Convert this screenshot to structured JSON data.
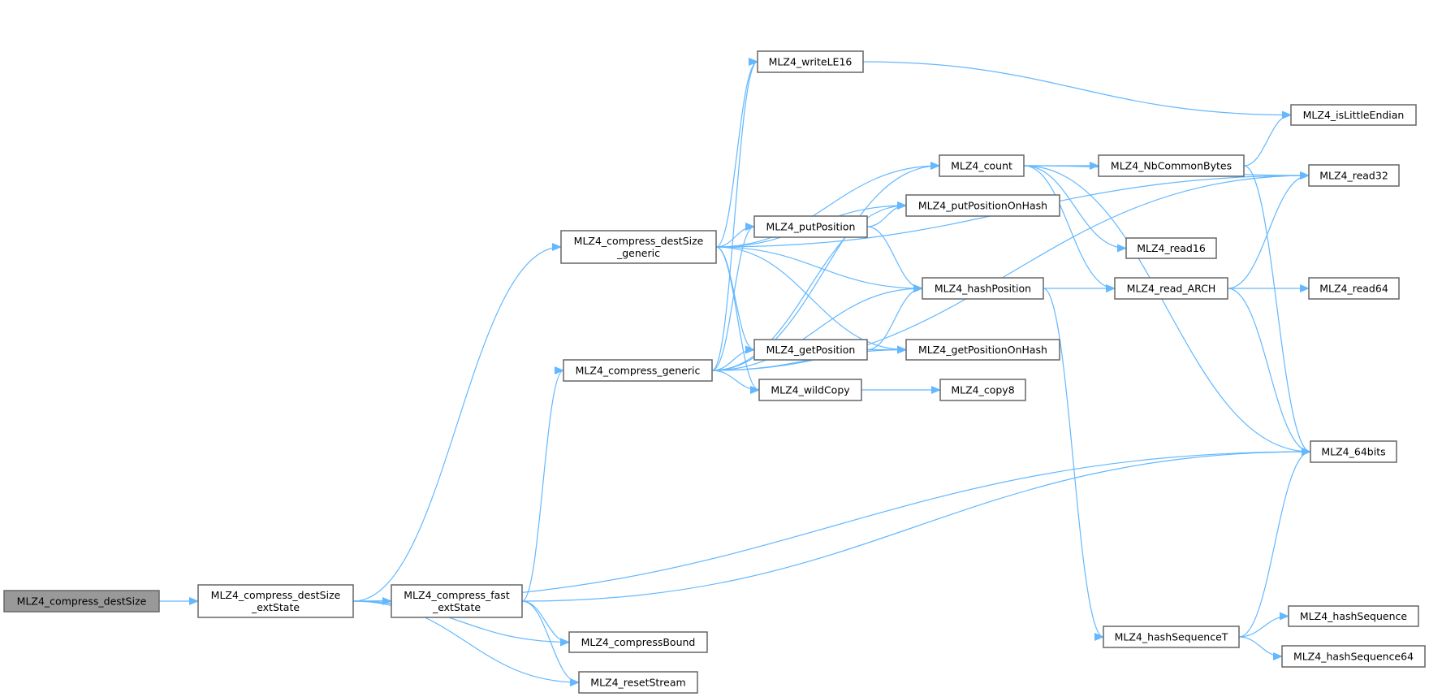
{
  "graph": {
    "type": "call-graph",
    "edge_color": "#63b8ff",
    "root_fill": "#999999",
    "node_border": "#666666",
    "nodes": [
      {
        "id": "compress_destSize",
        "lines": [
          "MLZ4_compress_destSize"
        ],
        "root": true
      },
      {
        "id": "destSize_extState",
        "lines": [
          "MLZ4_compress_destSize",
          "_extState"
        ]
      },
      {
        "id": "fast_extState",
        "lines": [
          "MLZ4_compress_fast",
          "_extState"
        ]
      },
      {
        "id": "destSize_generic",
        "lines": [
          "MLZ4_compress_destSize",
          "_generic"
        ]
      },
      {
        "id": "compress_generic",
        "lines": [
          "MLZ4_compress_generic"
        ]
      },
      {
        "id": "writeLE16",
        "lines": [
          "MLZ4_writeLE16"
        ]
      },
      {
        "id": "count",
        "lines": [
          "MLZ4_count"
        ]
      },
      {
        "id": "putPositionOnHash",
        "lines": [
          "MLZ4_putPositionOnHash"
        ]
      },
      {
        "id": "putPosition",
        "lines": [
          "MLZ4_putPosition"
        ]
      },
      {
        "id": "hashPosition",
        "lines": [
          "MLZ4_hashPosition"
        ]
      },
      {
        "id": "getPosition",
        "lines": [
          "MLZ4_getPosition"
        ]
      },
      {
        "id": "getPositionOnHash",
        "lines": [
          "MLZ4_getPositionOnHash"
        ]
      },
      {
        "id": "wildCopy",
        "lines": [
          "MLZ4_wildCopy"
        ]
      },
      {
        "id": "copy8",
        "lines": [
          "MLZ4_copy8"
        ]
      },
      {
        "id": "NbCommonBytes",
        "lines": [
          "MLZ4_NbCommonBytes"
        ]
      },
      {
        "id": "read16",
        "lines": [
          "MLZ4_read16"
        ]
      },
      {
        "id": "read_ARCH",
        "lines": [
          "MLZ4_read_ARCH"
        ]
      },
      {
        "id": "isLittleEndian",
        "lines": [
          "MLZ4_isLittleEndian"
        ]
      },
      {
        "id": "read32",
        "lines": [
          "MLZ4_read32"
        ]
      },
      {
        "id": "read64",
        "lines": [
          "MLZ4_read64"
        ]
      },
      {
        "id": "bits64",
        "lines": [
          "MLZ4_64bits"
        ]
      },
      {
        "id": "hashSequenceT",
        "lines": [
          "MLZ4_hashSequenceT"
        ]
      },
      {
        "id": "hashSequence",
        "lines": [
          "MLZ4_hashSequence"
        ]
      },
      {
        "id": "hashSequence64",
        "lines": [
          "MLZ4_hashSequence64"
        ]
      },
      {
        "id": "compressBound",
        "lines": [
          "MLZ4_compressBound"
        ]
      },
      {
        "id": "resetStream",
        "lines": [
          "MLZ4_resetStream"
        ]
      }
    ],
    "edges": [
      [
        "compress_destSize",
        "destSize_extState"
      ],
      [
        "destSize_extState",
        "destSize_generic"
      ],
      [
        "destSize_extState",
        "fast_extState"
      ],
      [
        "destSize_extState",
        "bits64"
      ],
      [
        "destSize_extState",
        "compressBound"
      ],
      [
        "destSize_extState",
        "resetStream"
      ],
      [
        "fast_extState",
        "compress_generic"
      ],
      [
        "fast_extState",
        "bits64"
      ],
      [
        "fast_extState",
        "compressBound"
      ],
      [
        "fast_extState",
        "resetStream"
      ],
      [
        "destSize_generic",
        "writeLE16"
      ],
      [
        "destSize_generic",
        "count"
      ],
      [
        "destSize_generic",
        "read32"
      ],
      [
        "destSize_generic",
        "putPositionOnHash"
      ],
      [
        "destSize_generic",
        "putPosition"
      ],
      [
        "destSize_generic",
        "hashPosition"
      ],
      [
        "destSize_generic",
        "getPosition"
      ],
      [
        "destSize_generic",
        "getPositionOnHash"
      ],
      [
        "destSize_generic",
        "wildCopy"
      ],
      [
        "compress_generic",
        "writeLE16"
      ],
      [
        "compress_generic",
        "count"
      ],
      [
        "compress_generic",
        "putPositionOnHash"
      ],
      [
        "compress_generic",
        "putPosition"
      ],
      [
        "compress_generic",
        "hashPosition"
      ],
      [
        "compress_generic",
        "getPosition"
      ],
      [
        "compress_generic",
        "getPositionOnHash"
      ],
      [
        "compress_generic",
        "wildCopy"
      ],
      [
        "compress_generic",
        "read32"
      ],
      [
        "writeLE16",
        "isLittleEndian"
      ],
      [
        "count",
        "NbCommonBytes"
      ],
      [
        "count",
        "read32"
      ],
      [
        "count",
        "read16"
      ],
      [
        "count",
        "read_ARCH"
      ],
      [
        "count",
        "bits64"
      ],
      [
        "NbCommonBytes",
        "isLittleEndian"
      ],
      [
        "NbCommonBytes",
        "bits64"
      ],
      [
        "putPosition",
        "putPositionOnHash"
      ],
      [
        "putPosition",
        "hashPosition"
      ],
      [
        "hashPosition",
        "read_ARCH"
      ],
      [
        "hashPosition",
        "hashSequenceT"
      ],
      [
        "read_ARCH",
        "read32"
      ],
      [
        "read_ARCH",
        "read64"
      ],
      [
        "read_ARCH",
        "bits64"
      ],
      [
        "getPosition",
        "hashPosition"
      ],
      [
        "getPosition",
        "getPositionOnHash"
      ],
      [
        "wildCopy",
        "copy8"
      ],
      [
        "hashSequenceT",
        "hashSequence"
      ],
      [
        "hashSequenceT",
        "hashSequence64"
      ],
      [
        "hashSequenceT",
        "bits64"
      ]
    ]
  }
}
